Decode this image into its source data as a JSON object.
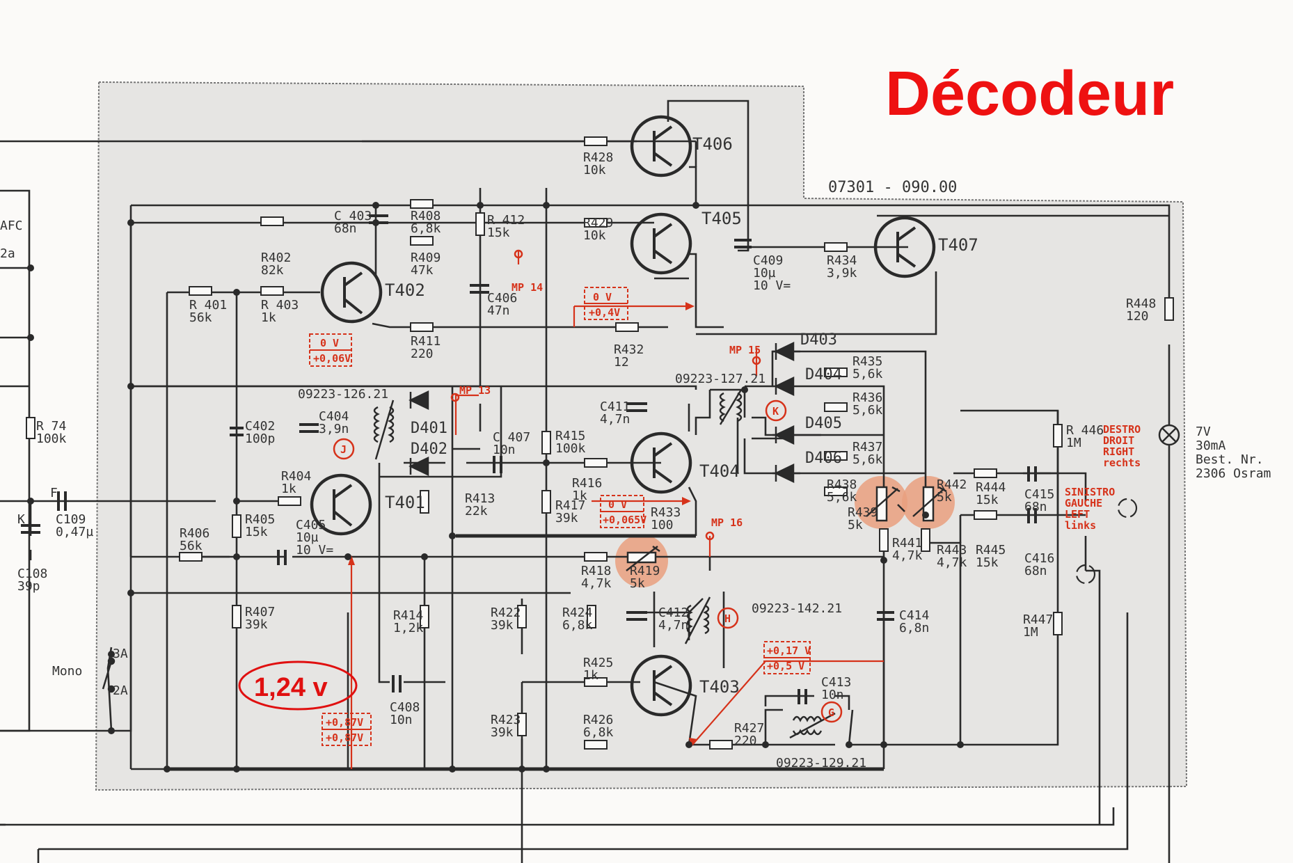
{
  "title": "Décodeur",
  "board_ref": "07301 - 090.00",
  "labels": {
    "afc": "AFC",
    "afc_pin": "2a",
    "mono": "Mono",
    "sw_3a": "3A",
    "sw_2a": "2A",
    "k": "K",
    "f": "F"
  },
  "transistors": [
    "T401",
    "T402",
    "T403",
    "T404",
    "T405",
    "T406",
    "T407"
  ],
  "coils": {
    "j": "09223-126.21",
    "k": "09223-127.21",
    "h": "09223-142.21",
    "g": "09223-129.21"
  },
  "markers": {
    "j": "J",
    "k": "K",
    "h": "H",
    "g": "G"
  },
  "diodes": [
    "D401",
    "D402",
    "D403",
    "D404",
    "D405",
    "D406"
  ],
  "test_points": {
    "mp13": "MP 13",
    "mp14": "MP 14",
    "mp15": "MP 15",
    "mp16": "MP 16"
  },
  "voltages": {
    "t402": [
      "0 V",
      "+0,06V"
    ],
    "t405": [
      "0 V",
      "+0,4V"
    ],
    "t404": [
      "0 V",
      "+0,065V"
    ],
    "t401": [
      "+0,87V",
      "+0,87V"
    ],
    "t403": [
      "+0,17 V",
      "+0,5 V"
    ],
    "highlight": "1,24 v"
  },
  "components": {
    "r74": [
      "R 74",
      "100k"
    ],
    "c109": [
      "C109",
      "0,47µ"
    ],
    "c108": [
      "C108",
      "39p"
    ],
    "r401": [
      "R 401",
      "56k"
    ],
    "r402": [
      "R402",
      "82k"
    ],
    "r403": [
      "R 403",
      "1k"
    ],
    "r404": [
      "R404",
      "1k"
    ],
    "r405": [
      "R405",
      "15k"
    ],
    "r406": [
      "R406",
      "56k"
    ],
    "r407": [
      "R407",
      "39k"
    ],
    "r408": [
      "R408",
      "6,8k"
    ],
    "r409": [
      "R409",
      "47k"
    ],
    "r411": [
      "R411",
      "220"
    ],
    "r412": [
      "R 412",
      "15k"
    ],
    "r413": [
      "R413",
      "22k"
    ],
    "r414": [
      "R414",
      "1,2k"
    ],
    "r415": [
      "R415",
      "100k"
    ],
    "r416": [
      "R416",
      "1k"
    ],
    "r417": [
      "R417",
      "39k"
    ],
    "r418": [
      "R418",
      "4,7k"
    ],
    "r419": [
      "R419",
      "5k"
    ],
    "r422": [
      "R422",
      "39k"
    ],
    "r423": [
      "R423",
      "39k"
    ],
    "r424": [
      "R424",
      "6,8k"
    ],
    "r425": [
      "R425",
      "1k"
    ],
    "r426": [
      "R426",
      "6,8k"
    ],
    "r427": [
      "R427",
      "220"
    ],
    "r428": [
      "R428",
      "10k"
    ],
    "r429": [
      "R429",
      "10k"
    ],
    "r432": [
      "R432",
      "12"
    ],
    "r433": [
      "R433",
      "100"
    ],
    "r434": [
      "R434",
      "3,9k"
    ],
    "r435": [
      "R435",
      "5,6k"
    ],
    "r436": [
      "R436",
      "5,6k"
    ],
    "r437": [
      "R437",
      "5,6k"
    ],
    "r438": [
      "R438",
      "5,6k"
    ],
    "r439": [
      "R439",
      "5k"
    ],
    "r441": [
      "R441",
      "4,7k"
    ],
    "r442": [
      "R442",
      "5k"
    ],
    "r443": [
      "R443",
      "4,7k"
    ],
    "r444": [
      "R444",
      "15k"
    ],
    "r445": [
      "R445",
      "15k"
    ],
    "r446": [
      "R 446",
      "1M"
    ],
    "r447": [
      "R447",
      "1M"
    ],
    "r448": [
      "R448",
      "120"
    ],
    "c402": [
      "C402",
      "100p"
    ],
    "c403": [
      "C 403",
      "68n"
    ],
    "c404": [
      "C404",
      "3,9n"
    ],
    "c405": [
      "C405",
      "10µ",
      "10 V="
    ],
    "c406": [
      "C406",
      "47n"
    ],
    "c407": [
      "C 407",
      "10n"
    ],
    "c408": [
      "C408",
      "10n"
    ],
    "c409": [
      "C409",
      "10µ",
      "10 V="
    ],
    "c411": [
      "C411",
      "4,7n"
    ],
    "c412": [
      "C412",
      "4,7n"
    ],
    "c413": [
      "C413",
      "10n"
    ],
    "c414": [
      "C414",
      "6,8n"
    ],
    "c415": [
      "C415",
      "68n"
    ],
    "c416": [
      "C416",
      "68n"
    ]
  },
  "outputs": {
    "right": [
      "DESTRO",
      "DROIT",
      "RIGHT",
      "rechts"
    ],
    "left": [
      "SINISTRO",
      "GAUCHE",
      "LEFT",
      "links"
    ]
  },
  "lamp": [
    "7V",
    "30mA",
    "Best. Nr.",
    "2306 Osram"
  ],
  "colors": {
    "red_accent": "#ee1111",
    "annotation": "#d6321a",
    "wire": "#2a2a2a",
    "board": "#e6e5e3",
    "highlight": "#e9a07f"
  }
}
